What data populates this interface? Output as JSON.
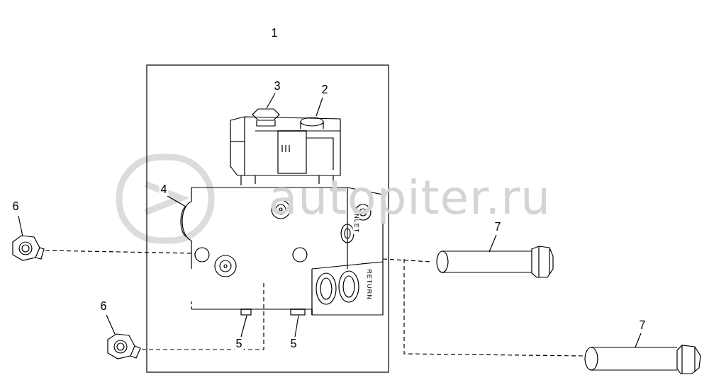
{
  "diagram": {
    "labels": [
      "1",
      "2",
      "3",
      "4",
      "5",
      "5",
      "6",
      "6",
      "7",
      "7",
      "INLET",
      "RETURN",
      "autopiter.ru"
    ]
  }
}
